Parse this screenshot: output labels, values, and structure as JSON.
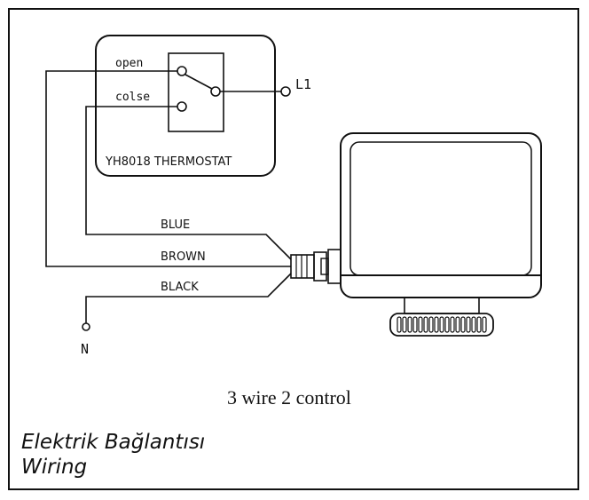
{
  "thermostat": {
    "open_label": "open",
    "close_label": "colse",
    "name": "YH8018 THERMOSTAT",
    "line_label": "L1"
  },
  "wires": {
    "blue": "BLUE",
    "brown": "BROWN",
    "black": "BLACK",
    "neutral": "N"
  },
  "caption": "3 wire 2 control",
  "footer": {
    "title_tr": "Elektrik Bağlantısı",
    "title_en": "Wiring"
  }
}
